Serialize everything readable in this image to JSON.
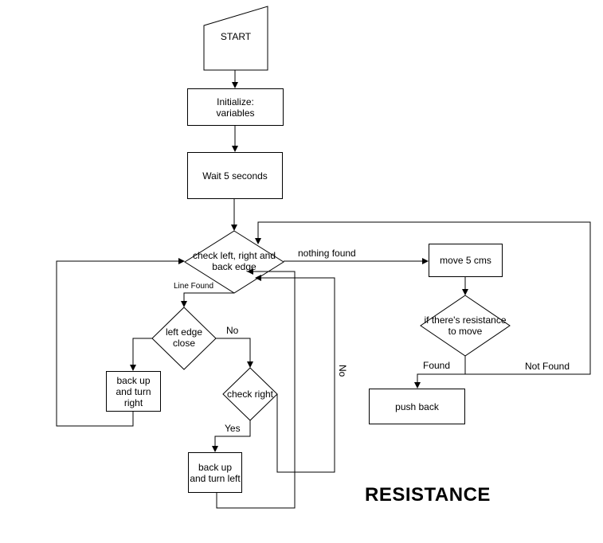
{
  "title": "RESISTANCE",
  "nodes": {
    "start": "START",
    "initialize_line1": "Initialize:",
    "initialize_line2": "variables",
    "wait": "Wait 5 seconds",
    "check_edges_line1": "check left, right and",
    "check_edges_line2": "back edge",
    "left_edge_line1": "left edge",
    "left_edge_line2": "close",
    "check_right": "check right",
    "backup_right_line1": "back up",
    "backup_right_line2": "and turn",
    "backup_right_line3": "right",
    "backup_left_line1": "back up",
    "backup_left_line2": "and turn left",
    "move": "move 5 cms",
    "resistance_line1": "if there's resistance",
    "resistance_line2": "to move",
    "push_back": "push back"
  },
  "edge_labels": {
    "line_found": "Line Found",
    "no_left": "No",
    "yes": "Yes",
    "no_loop": "No",
    "nothing_found": "nothing found",
    "found": "Found",
    "not_found": "Not Found"
  }
}
